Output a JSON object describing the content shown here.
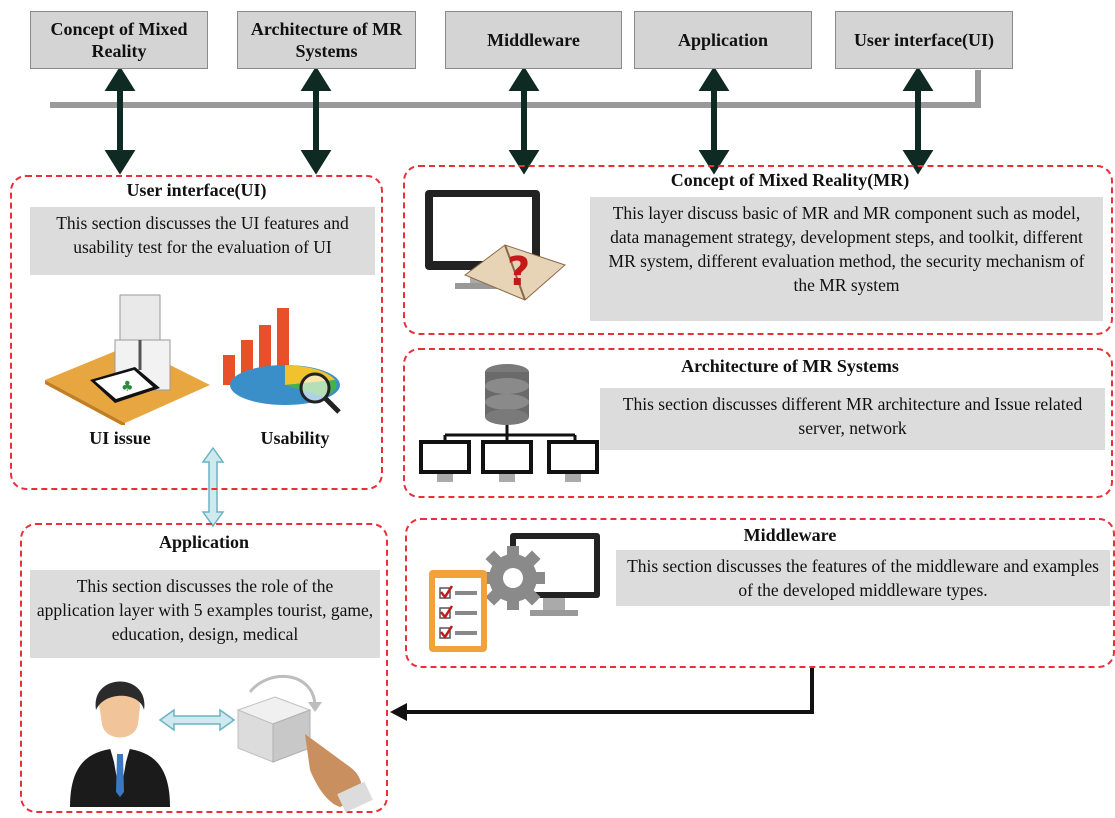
{
  "top_layers": [
    {
      "label": "Concept of Mixed Reality"
    },
    {
      "label": "Architecture of MR Systems"
    },
    {
      "label": "Middleware"
    },
    {
      "label": "Application"
    },
    {
      "label": "User interface(UI)"
    }
  ],
  "panels": {
    "ui": {
      "title": "User interface(UI)",
      "description": "This section discusses the UI features and usability test for the evaluation of UI",
      "label_left": "UI issue",
      "label_right": "Usability"
    },
    "application": {
      "title": "Application",
      "description": "This section discusses the role of the application layer with 5 examples tourist, game, education, design, medical"
    },
    "concept": {
      "title": "Concept of Mixed Reality(MR)",
      "description": "This layer discuss basic of MR and MR component such as model, data management strategy, development steps, and toolkit, different MR system, different evaluation method, the security mechanism of the MR system"
    },
    "architecture": {
      "title": "Architecture of MR Systems",
      "description": "This section discusses different MR architecture and Issue related server, network"
    },
    "middleware": {
      "title": "Middleware",
      "description": "This section discusses the features of the middleware and examples of the developed middleware types."
    }
  },
  "colors": {
    "dashed_border": "#e8303a",
    "box_fill": "#d4d4d4",
    "desc_fill": "#dcdcdc",
    "bus_line": "#9a9a9a",
    "arrow": "#0e2a22"
  }
}
